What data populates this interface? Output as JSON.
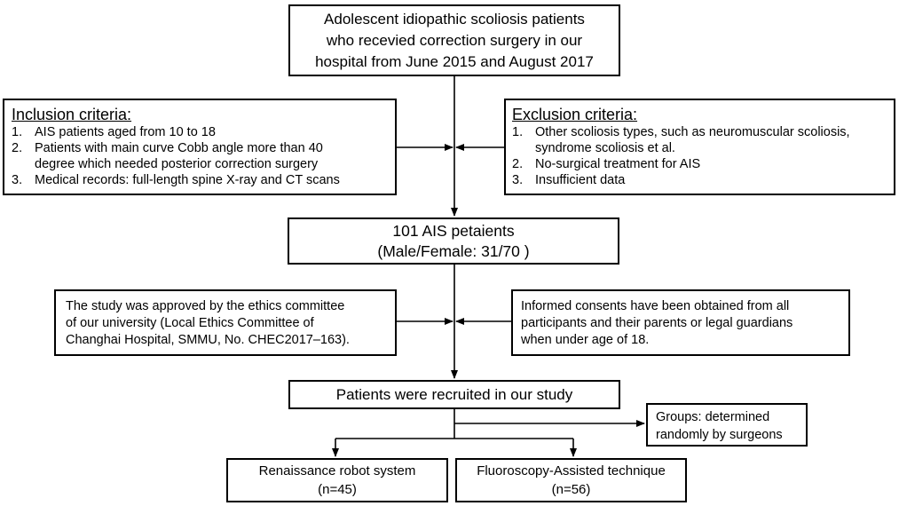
{
  "top_box": {
    "lines": [
      "Adolescent idiopathic scoliosis patients",
      "who recevied correction surgery in our",
      "hospital from June 2015 and August 2017"
    ]
  },
  "inclusion": {
    "title": "Inclusion criteria:",
    "items": [
      {
        "num": "1.",
        "lines": [
          "AIS patients aged from 10 to 18"
        ]
      },
      {
        "num": "2.",
        "lines": [
          "Patients with main curve Cobb angle more than 40",
          "degree which needed posterior correction surgery"
        ]
      },
      {
        "num": "3.",
        "lines": [
          "Medical records: full-length spine X-ray and CT scans"
        ]
      }
    ]
  },
  "exclusion": {
    "title": "Exclusion criteria:",
    "items": [
      {
        "num": "1.",
        "lines": [
          "Other scoliosis types, such as neuromuscular scoliosis,",
          "syndrome scoliosis et al."
        ]
      },
      {
        "num": "2.",
        "lines": [
          "No-surgical treatment for AIS"
        ]
      },
      {
        "num": "3.",
        "lines": [
          "Insufficient data"
        ]
      }
    ]
  },
  "patients_box": {
    "lines": [
      "101 AIS petaients",
      "(Male/Female: 31/70 )"
    ]
  },
  "ethics_box": {
    "lines": [
      "The study was approved by the ethics committee",
      "of our university (Local Ethics Committee of",
      "Changhai Hospital, SMMU, No. CHEC2017–163)."
    ]
  },
  "consent_box": {
    "lines": [
      "Informed consents have been obtained from all",
      "participants and their parents or legal guardians",
      "when under age of 18."
    ]
  },
  "recruited_box": {
    "text": "Patients were recruited in our study"
  },
  "groups_box": {
    "lines": [
      "Groups: determined",
      "randomly by surgeons"
    ]
  },
  "robot_box": {
    "lines": [
      "Renaissance robot system",
      "(n=45)"
    ]
  },
  "fluoro_box": {
    "lines": [
      "Fluoroscopy-Assisted technique",
      "(n=56)"
    ]
  },
  "colors": {
    "line": "#000000",
    "background": "#ffffff"
  }
}
